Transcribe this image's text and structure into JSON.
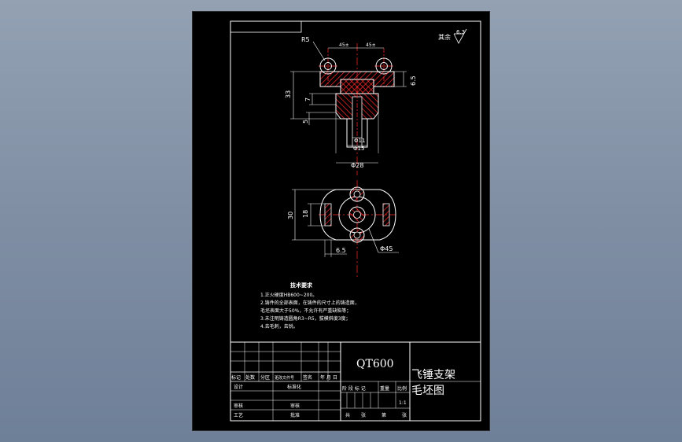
{
  "drawing": {
    "roughness": {
      "label": "其余",
      "value": "6.3"
    },
    "material": "QT600",
    "part_name_line1": "飞锤支架",
    "part_name_line2": "毛坯图",
    "tech_requirements": {
      "title": "技术要求",
      "items": [
        "1.正火硬度HB600~200。",
        "2.铸件的全部表面，在铸件的尺寸上的铸造面，",
        "  毛坯表面大于50%，不允许有严重缺陷等；",
        "3.未注明铸造圆角R3~R5，拔模斜度3度；",
        "4.去毛刺，去锐。"
      ]
    },
    "front_view": {
      "dims": {
        "r5": "R5",
        "top_left": "45±",
        "top_right": "45±",
        "h33": "33",
        "h7": "7",
        "h5": "5",
        "h6_5": "6.5",
        "d11": "Φ11",
        "d15": "Φ15",
        "d28": "Φ28"
      }
    },
    "side_view": {
      "dims": {
        "h30": "30",
        "h18": "18",
        "w6_5": "6.5",
        "d45": "Φ45"
      }
    },
    "title_block": {
      "row_labels": [
        "标记",
        "处数",
        "分区",
        "更改文件号",
        "签名",
        "年 月 日"
      ],
      "left_rows": [
        "设计",
        "审核",
        "工艺"
      ],
      "left_labels": [
        "标准化",
        "审核",
        "批准"
      ],
      "small_labels": [
        "阶 段 标 记",
        "重量",
        "比例"
      ],
      "scale": "1:1",
      "sheet_info": [
        "共",
        "张",
        "第",
        "张"
      ]
    }
  },
  "colors": {
    "line": "#ffffff",
    "hatch": "#ff2a2a",
    "center": "#ff2a2a",
    "background": "#7f8ea3"
  }
}
